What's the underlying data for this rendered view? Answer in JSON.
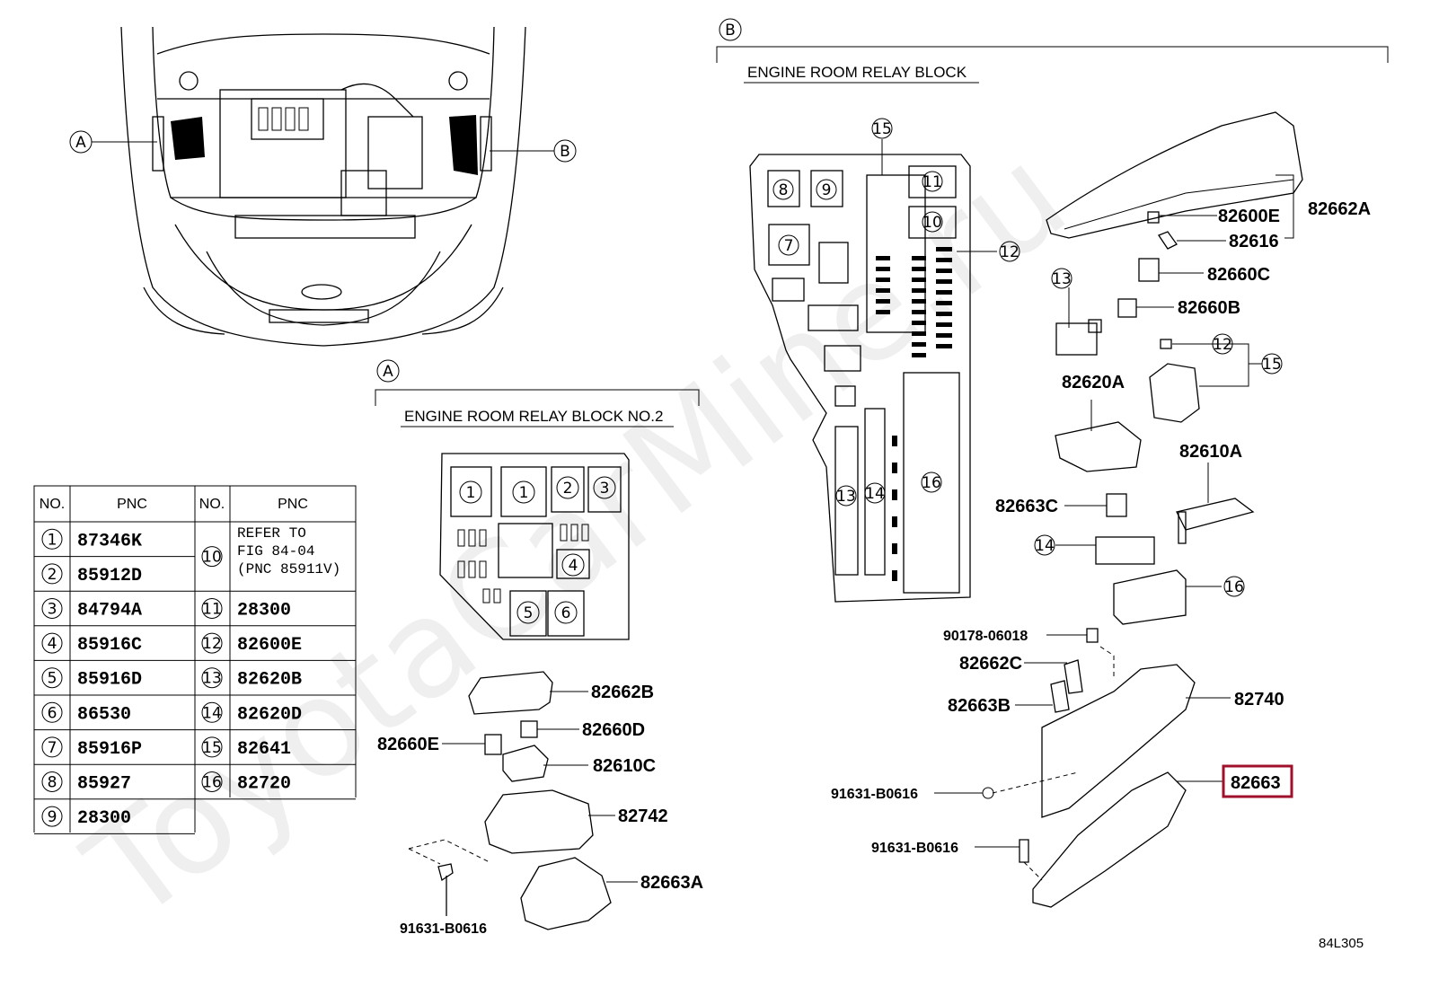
{
  "section_b": {
    "tag": "B",
    "title": "ENGINE ROOM RELAY BLOCK"
  },
  "section_a": {
    "tag": "A",
    "title": "ENGINE ROOM RELAY BLOCK NO.2"
  },
  "car_callouts": {
    "a": "A",
    "b": "B"
  },
  "table": {
    "headers": [
      "NO.",
      "PNC",
      "NO.",
      "PNC"
    ],
    "left": [
      {
        "no": "1",
        "pnc": "87346K"
      },
      {
        "no": "2",
        "pnc": "85912D"
      },
      {
        "no": "3",
        "pnc": "84794A"
      },
      {
        "no": "4",
        "pnc": "85916C"
      },
      {
        "no": "5",
        "pnc": "85916D"
      },
      {
        "no": "6",
        "pnc": "86530"
      },
      {
        "no": "7",
        "pnc": "85916P"
      },
      {
        "no": "8",
        "pnc": "85927"
      },
      {
        "no": "9",
        "pnc": "28300"
      }
    ],
    "right": [
      {
        "no": "10",
        "pnc_lines": [
          "REFER TO",
          "FIG 84-04",
          "(PNC 85911V)"
        ]
      },
      {
        "no": "11",
        "pnc": "28300"
      },
      {
        "no": "12",
        "pnc": "82600E"
      },
      {
        "no": "13",
        "pnc": "82620B"
      },
      {
        "no": "14",
        "pnc": "82620D"
      },
      {
        "no": "15",
        "pnc": "82641"
      },
      {
        "no": "16",
        "pnc": "82720"
      }
    ]
  },
  "block_b_numbers": [
    "8",
    "9",
    "7",
    "11",
    "10",
    "13",
    "14",
    "16",
    "15",
    "12"
  ],
  "block_a_numbers": [
    "1",
    "1",
    "2",
    "3",
    "4",
    "5",
    "6"
  ],
  "parts_b": {
    "p82662A": "82662A",
    "p82600E": "82600E",
    "p82616": "82616",
    "p82660C": "82660C",
    "p82660B": "82660B",
    "p82620A": "82620A",
    "p82610A": "82610A",
    "p82663C": "82663C",
    "p90178": "90178-06018",
    "p82662C": "82662C",
    "p82663B": "82663B",
    "p82740": "82740",
    "p82663": "82663",
    "p91631a": "91631-B0616",
    "p91631b": "91631-B0616"
  },
  "parts_b_callouts": {
    "c13": "13",
    "c12": "12",
    "c15": "15",
    "c14": "14",
    "c16": "16"
  },
  "parts_a": {
    "p82662B": "82662B",
    "p82660D": "82660D",
    "p82660E": "82660E",
    "p82610C": "82610C",
    "p82742": "82742",
    "p82663A": "82663A",
    "p91631": "91631-B0616"
  },
  "highlight": {
    "part": "82663",
    "color": "#a0102a"
  },
  "watermark": "ToyotaCarMine.ru",
  "figure_code": "84L305"
}
